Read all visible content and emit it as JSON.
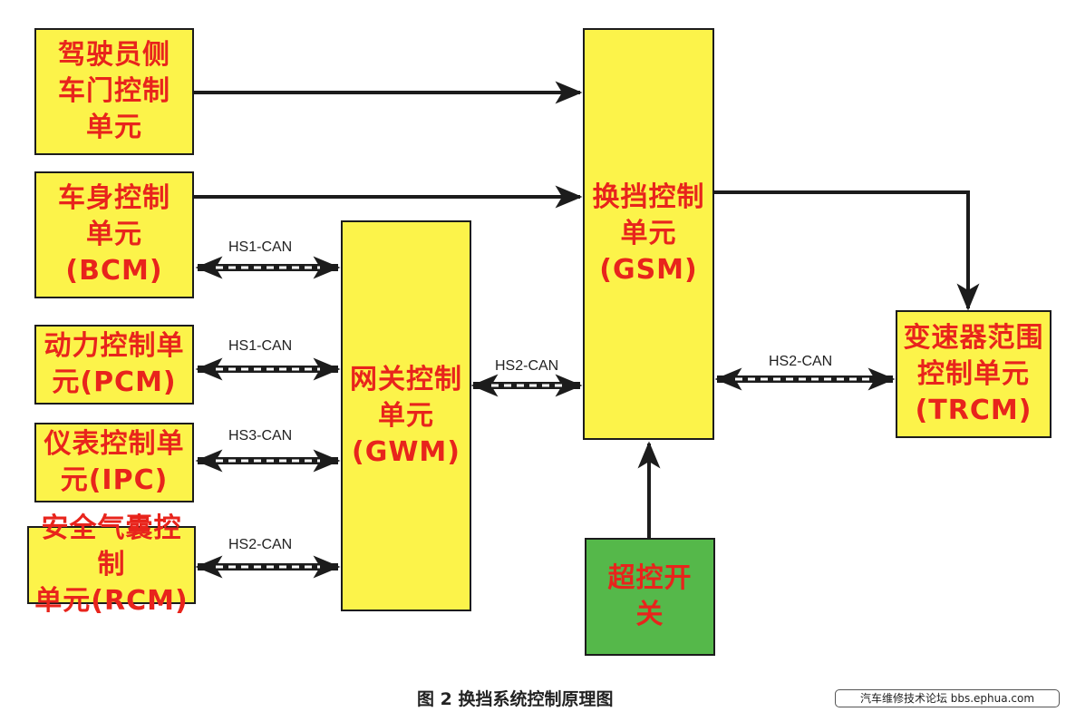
{
  "boxes": {
    "driver_door": "驾驶员侧\n车门控制\n单元",
    "bcm": "车身控制\n单元\n(BCM)",
    "pcm": "动力控制单\n元(PCM)",
    "ipc": "仪表控制单\n元(IPC)",
    "rcm": "安全气囊控制\n单元(RCM)",
    "gwm": "网关控制\n单元\n(GWM)",
    "gsm": "换挡控制\n单元\n(GSM)",
    "trcm": "变速器范围\n控制单元\n(TRCM)",
    "override": "超控开\n关"
  },
  "buses": {
    "bcm_gwm": "HS1-CAN",
    "pcm_gwm": "HS1-CAN",
    "ipc_gwm": "HS3-CAN",
    "rcm_gwm": "HS2-CAN",
    "gwm_gsm": "HS2-CAN",
    "gsm_trcm": "HS2-CAN"
  },
  "caption": "图 2  换挡系统控制原理图",
  "watermark": "汽车维修技术论坛 bbs.ephua.com",
  "colors": {
    "box_fill": "#fcf34a",
    "override_fill": "#55b84a",
    "label_text": "#e8241c",
    "line": "#1c1c1c"
  }
}
